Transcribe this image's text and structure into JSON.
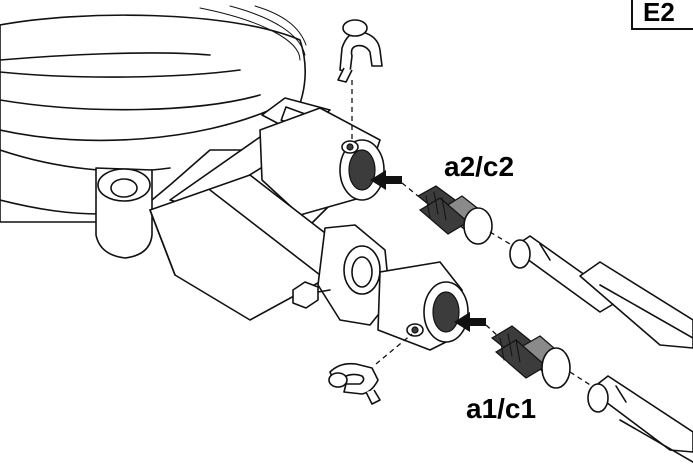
{
  "figure": {
    "step_tag": "E2",
    "labels": {
      "upper_connector": "a2/c2",
      "lower_connector": "a1/c1"
    }
  }
}
